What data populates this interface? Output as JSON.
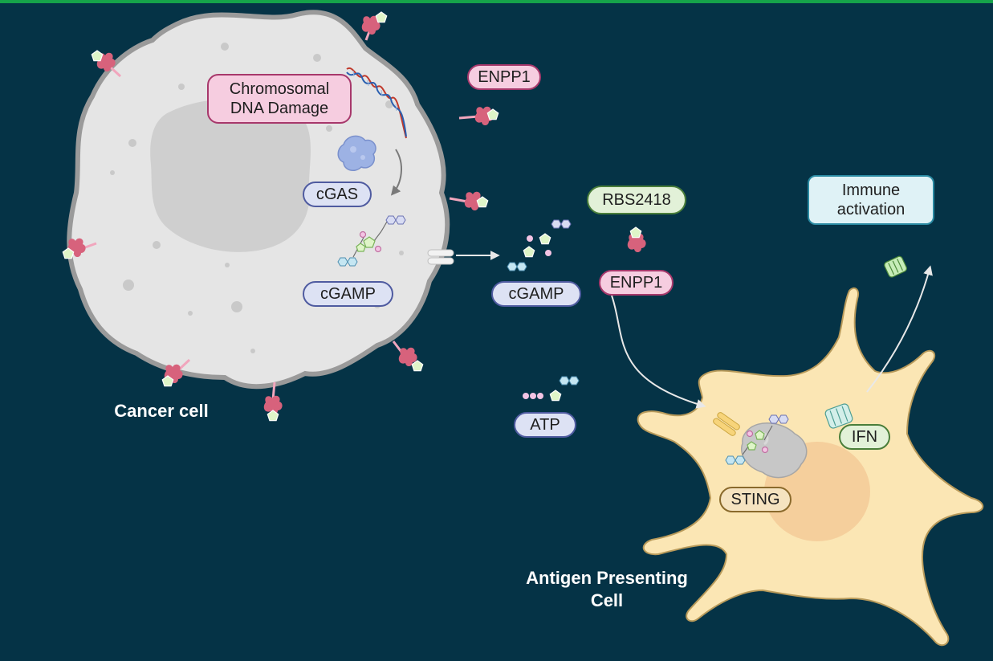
{
  "colors": {
    "background": "#053346",
    "top_bar": "#16a34a",
    "cancer_cell": "#e5e5e5",
    "cancer_cell_outline": "#9a9a9a",
    "nucleus": "#cfcfcf",
    "apc_cell": "#fbe6b4",
    "apc_outline": "#b89a5a",
    "apc_nucleus": "#f5cf9c",
    "enpp1_protein": "#d7627c",
    "pink_label_fill": "#f6cde0",
    "pink_label_border": "#a7386b",
    "blue_label_fill": "#dde2f4",
    "blue_label_border": "#4f5ba0",
    "green_label_fill": "#e2f1d8",
    "green_label_border": "#4a7e3a",
    "cyan_label_fill": "#dff2f6",
    "cyan_label_border": "#2a8aa2",
    "tan_label_fill": "#f5e3c0",
    "tan_label_border": "#8a6a2c"
  },
  "labels": {
    "dna_damage": {
      "line1": "Chromosomal",
      "line2": "DNA Damage"
    },
    "enpp1_top": "ENPP1",
    "cgas": "cGAS",
    "cgamp_inside": "cGAMP",
    "rbs2418": "RBS2418",
    "cgamp_outside": "cGAMP",
    "enpp1_mid": "ENPP1",
    "immune_activation": {
      "line1": "Immune",
      "line2": "activation"
    },
    "atp": "ATP",
    "ifn": "IFN",
    "sting": "STING",
    "cancer_cell": "Cancer cell",
    "apc": {
      "line1": "Antigen Presenting",
      "line2": "Cell"
    }
  },
  "icons": [
    "enpp1-protein-icon",
    "cgas-enzyme-icon",
    "dna-helix-icon",
    "cgamp-molecule-icon",
    "transporter-channel-icon",
    "rbs2418-inhibitor-icon",
    "atp-molecule-icon",
    "sting-protein-icon",
    "ifn-cytokine-icon",
    "arrow-icon"
  ]
}
